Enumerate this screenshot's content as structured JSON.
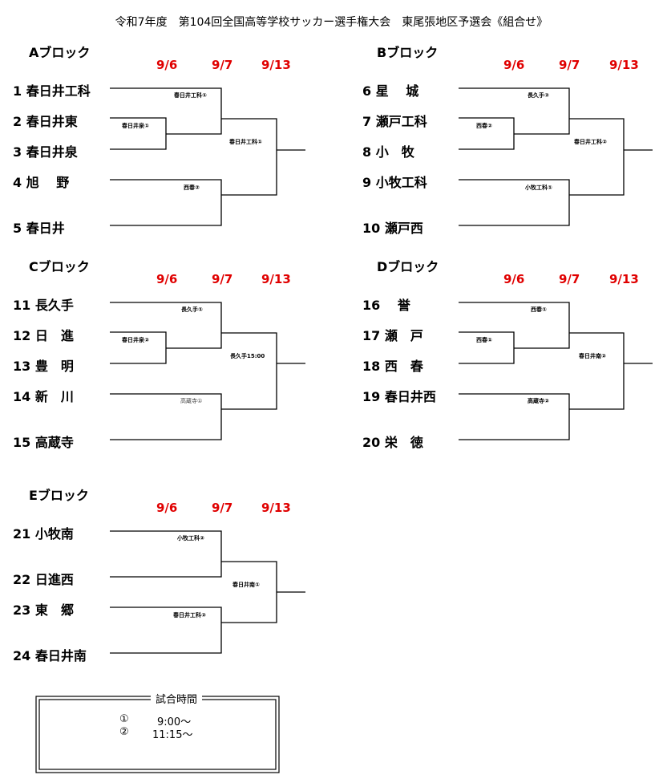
{
  "title": "令和7年度　第104回全国高等学校サッカー選手権大会　東尾張地区予選会《組合せ》",
  "blocks": [
    {
      "name": "Aブロック",
      "dates": [
        "9/6",
        "9/7",
        "9/13"
      ],
      "teams": [
        "1 春日井工科",
        "2 春日井東",
        "3 春日井泉",
        "4 旭　 野",
        "5 春日井"
      ],
      "winners": [
        "春日井工科①",
        "春日井泉①",
        "春日井工科①",
        "西春②"
      ]
    },
    {
      "name": "Bブロック",
      "dates": [
        "9/6",
        "9/7",
        "9/13"
      ],
      "teams": [
        "6 星　 城",
        "7 瀬戸工科",
        "8 小　牧",
        "9 小牧工科",
        "10 瀬戸西"
      ],
      "winners": [
        "長久手②",
        "西春②",
        "春日井工科②",
        "小牧工科①"
      ]
    },
    {
      "name": "Cブロック",
      "dates": [
        "9/6",
        "9/7",
        "9/13"
      ],
      "teams": [
        "11 長久手",
        "12 日　進",
        "13 豊　明",
        "14 新　川",
        "15 高蔵寺"
      ],
      "winners": [
        "長久手①",
        "春日井泉②",
        "長久手15:00",
        "高蔵寺①"
      ]
    },
    {
      "name": "Dブロック",
      "dates": [
        "9/6",
        "9/7",
        "9/13"
      ],
      "teams": [
        "16 　誉",
        "17 瀬　戸",
        "18 西　春",
        "19 春日井西",
        "20 栄　徳"
      ],
      "winners": [
        "西春①",
        "西春①",
        "春日井南②",
        "高蔵寺②"
      ]
    },
    {
      "name": "Eブロック",
      "dates": [
        "9/6",
        "9/7",
        "9/13"
      ],
      "teams": [
        "21 小牧南",
        "22 日進西",
        "23 東　郷",
        "24 春日井南"
      ],
      "winners": [
        "小牧工科②",
        "春日井南①",
        "春日井工科②"
      ]
    }
  ],
  "match_times": {
    "label": "試合時間",
    "rows": [
      {
        "mark": "①",
        "time": "9:00～"
      },
      {
        "mark": "②",
        "time": "11:15～"
      }
    ]
  },
  "colors": {
    "date": "#e00000",
    "line": "#000000"
  }
}
